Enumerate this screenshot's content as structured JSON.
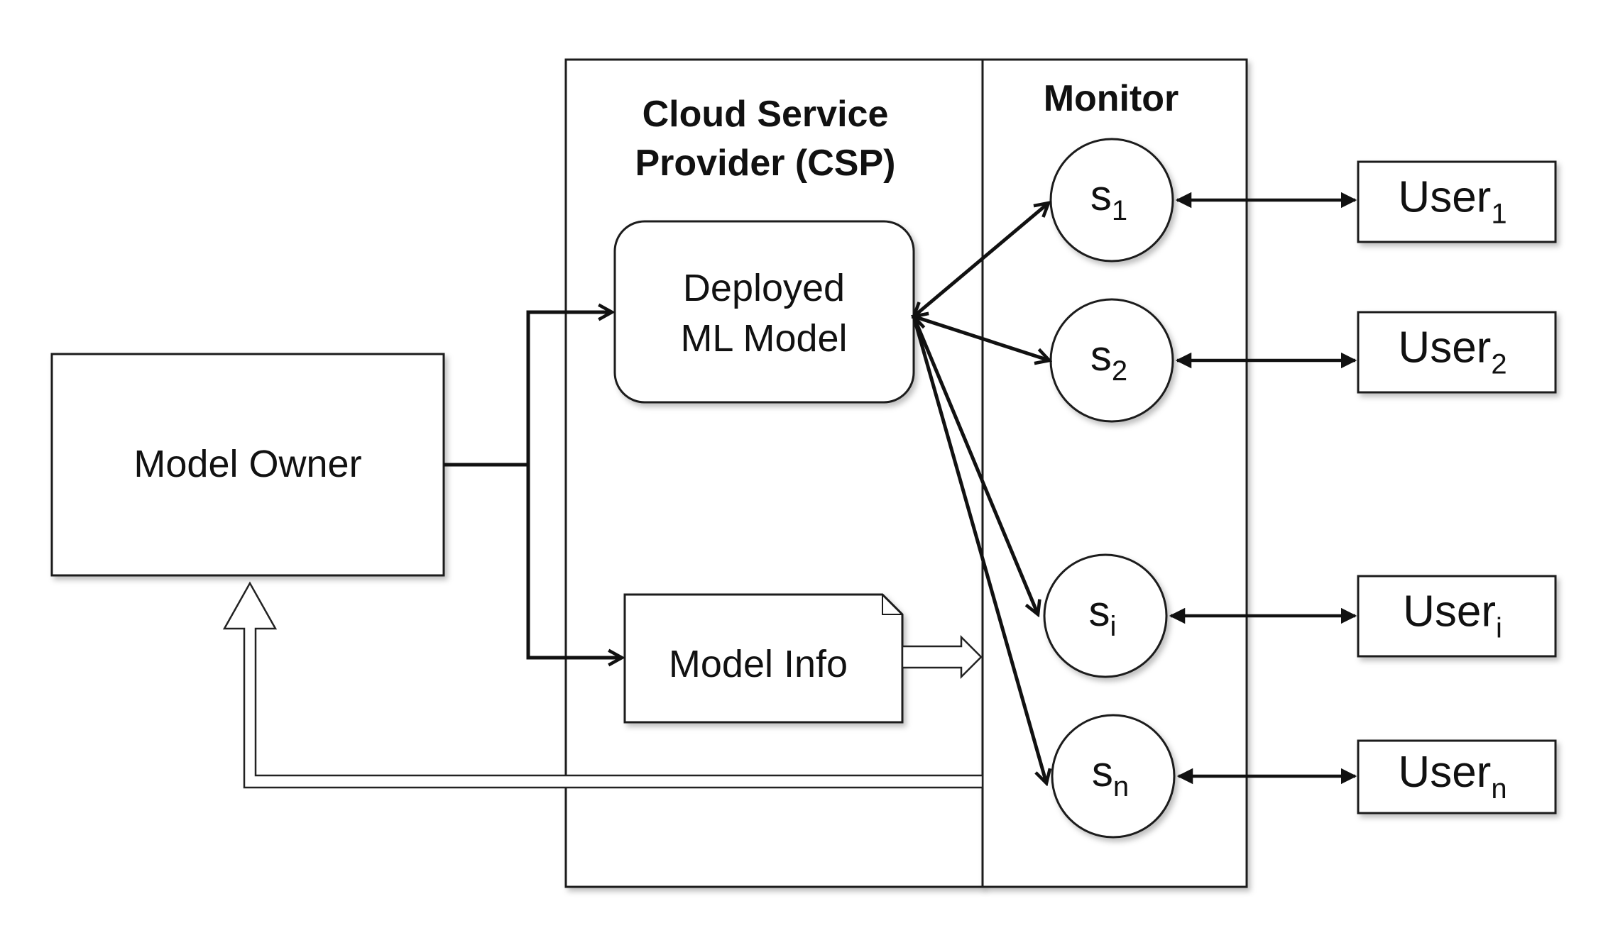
{
  "nodes": {
    "model_owner": "Model Owner",
    "csp_title_line1": "Cloud Service",
    "csp_title_line2": "Provider (CSP)",
    "monitor_title": "Monitor",
    "deployed_line1": "Deployed",
    "deployed_line2": "ML Model",
    "model_info": "Model Info"
  },
  "services": [
    {
      "base": "s",
      "sub": "1"
    },
    {
      "base": "s",
      "sub": "2"
    },
    {
      "base": "s",
      "sub": "i"
    },
    {
      "base": "s",
      "sub": "n"
    }
  ],
  "users": [
    {
      "base": "User",
      "sub": "1"
    },
    {
      "base": "User",
      "sub": "2"
    },
    {
      "base": "User",
      "sub": "i"
    },
    {
      "base": "User",
      "sub": "n"
    }
  ]
}
